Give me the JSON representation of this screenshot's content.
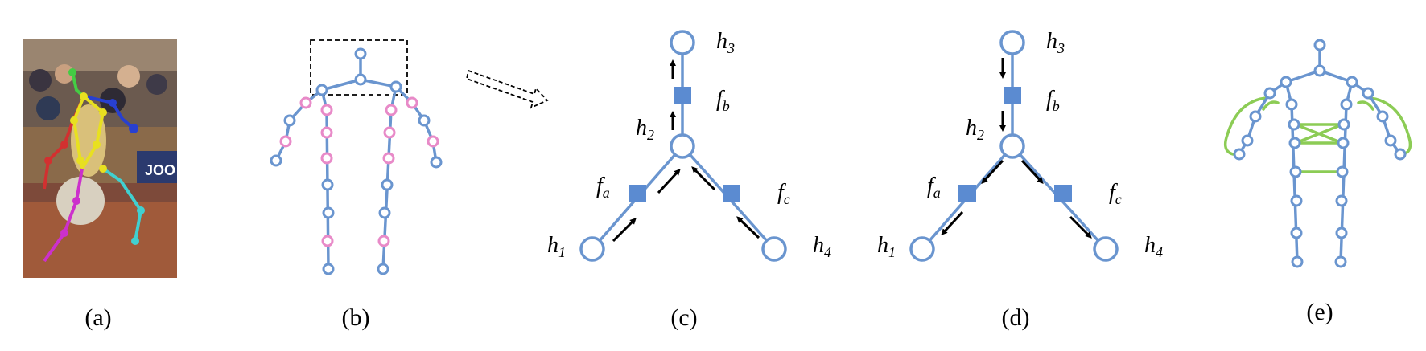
{
  "captions": {
    "a": "(a)",
    "b": "(b)",
    "c": "(c)",
    "d": "(d)",
    "e": "(e)"
  },
  "panel_c": {
    "h1": {
      "base": "h",
      "sub": "1"
    },
    "h2": {
      "base": "h",
      "sub": "2"
    },
    "h3": {
      "base": "h",
      "sub": "3"
    },
    "h4": {
      "base": "h",
      "sub": "4"
    },
    "fa": {
      "base": "f",
      "sub": "a"
    },
    "fb": {
      "base": "f",
      "sub": "b"
    },
    "fc": {
      "base": "f",
      "sub": "c"
    }
  },
  "panel_d": {
    "h1": {
      "base": "h",
      "sub": "1"
    },
    "h2": {
      "base": "h",
      "sub": "2"
    },
    "h3": {
      "base": "h",
      "sub": "3"
    },
    "h4": {
      "base": "h",
      "sub": "4"
    },
    "fa": {
      "base": "f",
      "sub": "a"
    },
    "fb": {
      "base": "f",
      "sub": "b"
    },
    "fc": {
      "base": "f",
      "sub": "c"
    }
  },
  "colors": {
    "edge": "#6a95cf",
    "factor": "#5b8bd1",
    "limb_node": "#e88ac8",
    "extra_edge": "#8ccc55"
  }
}
